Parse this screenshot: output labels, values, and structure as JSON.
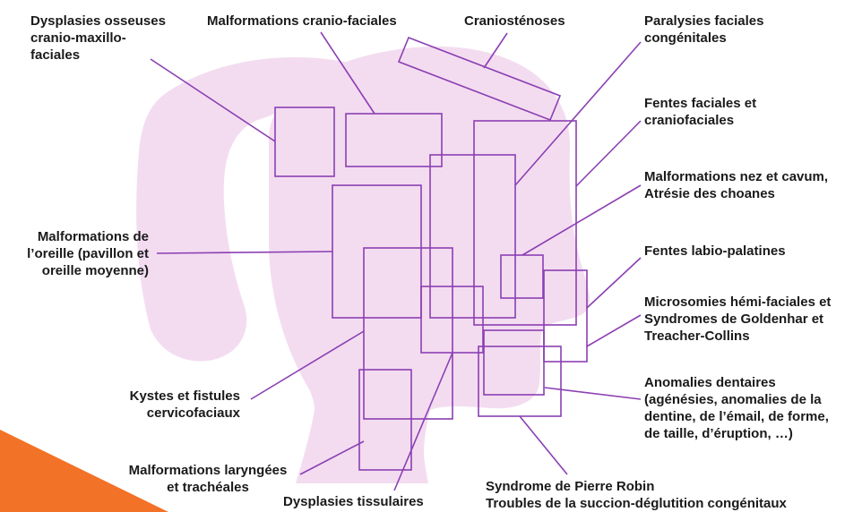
{
  "colors": {
    "head_fill": "#f3dcf0",
    "box_stroke": "#8b3fb3",
    "line_stroke": "#8b3fb3",
    "corner_accent": "#f27227",
    "text": "#1a1a1a"
  },
  "labels": {
    "dysplasies_osseuses": [
      "Dysplasies osseuses",
      "cranio-maxillo-",
      "faciales"
    ],
    "malformations_cranio_faciales": [
      "Malformations cranio-faciales"
    ],
    "craniostenoses": [
      "Craniosténoses"
    ],
    "paralysies_faciales": [
      "Paralysies faciales",
      "congénitales"
    ],
    "fentes_faciales": [
      "Fentes faciales et",
      "craniofaciales"
    ],
    "malformations_nez": [
      "Malformations nez et cavum,",
      "Atrésie des choanes"
    ],
    "fentes_labio_palatines": [
      "Fentes labio-palatines"
    ],
    "microsomies": [
      "Microsomies hémi-faciales et",
      "Syndromes de Goldenhar et",
      "Treacher-Collins"
    ],
    "anomalies_dentaires": [
      "Anomalies dentaires",
      "(agénésies, anomalies de la",
      "dentine, de l’émail, de forme,",
      "de taille, d’éruption, …)"
    ],
    "malformations_oreille": [
      "Malformations de",
      "l’oreille (pavillon et",
      "oreille moyenne)"
    ],
    "kystes_fistules": [
      "Kystes et fistules",
      "cervicofaciaux"
    ],
    "malformations_laryngees": [
      "Malformations laryngées",
      "et trachéales"
    ],
    "dysplasies_tissulaires": [
      "Dysplasies tissulaires"
    ],
    "pierre_robin": [
      "Syndrome de Pierre Robin",
      "Troubles de la succion-déglutition congénitaux"
    ]
  }
}
